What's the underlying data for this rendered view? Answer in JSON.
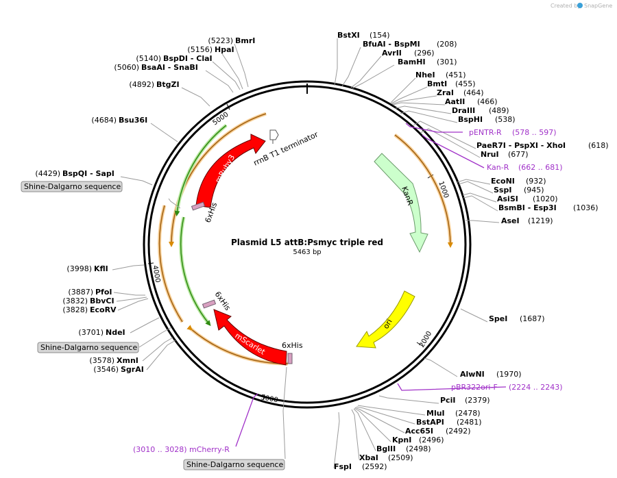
{
  "credit": {
    "text": "Created by",
    "brand": "SnapGene"
  },
  "plasmid": {
    "name": "Plasmid L5 attB:Psmyc triple red",
    "length": "5463 bp",
    "total_bp": 5463
  },
  "ring_ticks": [
    {
      "label": "1000",
      "pos": 1000
    },
    {
      "label": "2000",
      "pos": 2000
    },
    {
      "label": "3000",
      "pos": 3000
    },
    {
      "label": "4000",
      "pos": 4000
    },
    {
      "label": "5000",
      "pos": 5000
    }
  ],
  "enzymes_right": [
    {
      "name": "BstXI",
      "pos": "(154)"
    },
    {
      "name": "BfuAI  - BspMI",
      "pos": "(208)"
    },
    {
      "name": "AvrII",
      "pos": "(296)"
    },
    {
      "name": "BamHI",
      "pos": "(301)"
    },
    {
      "name": "NheI",
      "pos": "(451)"
    },
    {
      "name": "BmtI",
      "pos": "(455)"
    },
    {
      "name": "ZraI",
      "pos": "(464)"
    },
    {
      "name": "AatII",
      "pos": "(466)"
    },
    {
      "name": "DraIII",
      "pos": "(489)"
    },
    {
      "name": "BspHI",
      "pos": "(538)"
    },
    {
      "name": "PaeR7I  - PspXI  - XhoI",
      "pos": "(618)"
    },
    {
      "name": "NruI",
      "pos": "(677)"
    },
    {
      "name": "EcoNI",
      "pos": "(932)"
    },
    {
      "name": "SspI",
      "pos": "(945)"
    },
    {
      "name": "AsiSI",
      "pos": "(1020)"
    },
    {
      "name": "BsmBI  - Esp3I",
      "pos": "(1036)"
    },
    {
      "name": "AseI",
      "pos": "(1219)"
    },
    {
      "name": "SpeI",
      "pos": "(1687)"
    },
    {
      "name": "AlwNI",
      "pos": "(1970)"
    },
    {
      "name": "PciI",
      "pos": "(2379)"
    },
    {
      "name": "MluI",
      "pos": "(2478)"
    },
    {
      "name": "BstAPI",
      "pos": "(2481)"
    },
    {
      "name": "Acc65I",
      "pos": "(2492)"
    },
    {
      "name": "KpnI",
      "pos": "(2496)"
    },
    {
      "name": "BglII",
      "pos": "(2498)"
    },
    {
      "name": "XbaI",
      "pos": "(2509)"
    },
    {
      "name": "FspI",
      "pos": "(2592)"
    }
  ],
  "enzymes_left": [
    {
      "pos": "(5223)",
      "name": "BmrI"
    },
    {
      "pos": "(5156)",
      "name": "HpaI"
    },
    {
      "pos": "(5140)",
      "name": "BspDI   - ClaI"
    },
    {
      "pos": "(5060)",
      "name": "BsaAI   - SnaBI"
    },
    {
      "pos": "(4892)",
      "name": "BtgZI"
    },
    {
      "pos": "(4684)",
      "name": "Bsu36I"
    },
    {
      "pos": "(4429)",
      "name": "BspQI   - SapI"
    },
    {
      "pos": "(3998)",
      "name": "KflI"
    },
    {
      "pos": "(3887)",
      "name": "PfoI"
    },
    {
      "pos": "(3832)",
      "name": "BbvCI"
    },
    {
      "pos": "(3828)",
      "name": "EcoRV"
    },
    {
      "pos": "(3701)",
      "name": "NdeI"
    },
    {
      "pos": "(3578)",
      "name": "XmnI"
    },
    {
      "pos": "(3546)",
      "name": "SgrAI"
    }
  ],
  "primers": [
    {
      "name": "pENTR-R",
      "range": "(578 .. 597)"
    },
    {
      "name": "Kan-R",
      "range": "(662 .. 681)"
    },
    {
      "name": "pBR322ori-F",
      "range": "(2224 .. 2243)"
    },
    {
      "name": "mCherry-R",
      "range": "(3010 .. 3028)"
    }
  ],
  "features": {
    "kanr": "KanR",
    "ori": "ori",
    "mscarlet": "mScarlet",
    "mruby3": "mRuby3",
    "terminator": "rrnB T1 terminator",
    "his1": "6xHis",
    "his2": "6xHis",
    "his3": "6xHis",
    "sd1": "Shine-Dalgarno sequence",
    "sd2": "Shine-Dalgarno sequence",
    "sd3": "Shine-Dalgarno sequence"
  },
  "colors": {
    "kanr_fill": "#ccffcc",
    "ori_fill": "#ffff00",
    "red_fill": "#ff0000",
    "orange_outline": "#f0a030",
    "green_outline": "#3a9a1a",
    "primer": "#a030c8",
    "brand_icon": "#3aa0d8"
  }
}
